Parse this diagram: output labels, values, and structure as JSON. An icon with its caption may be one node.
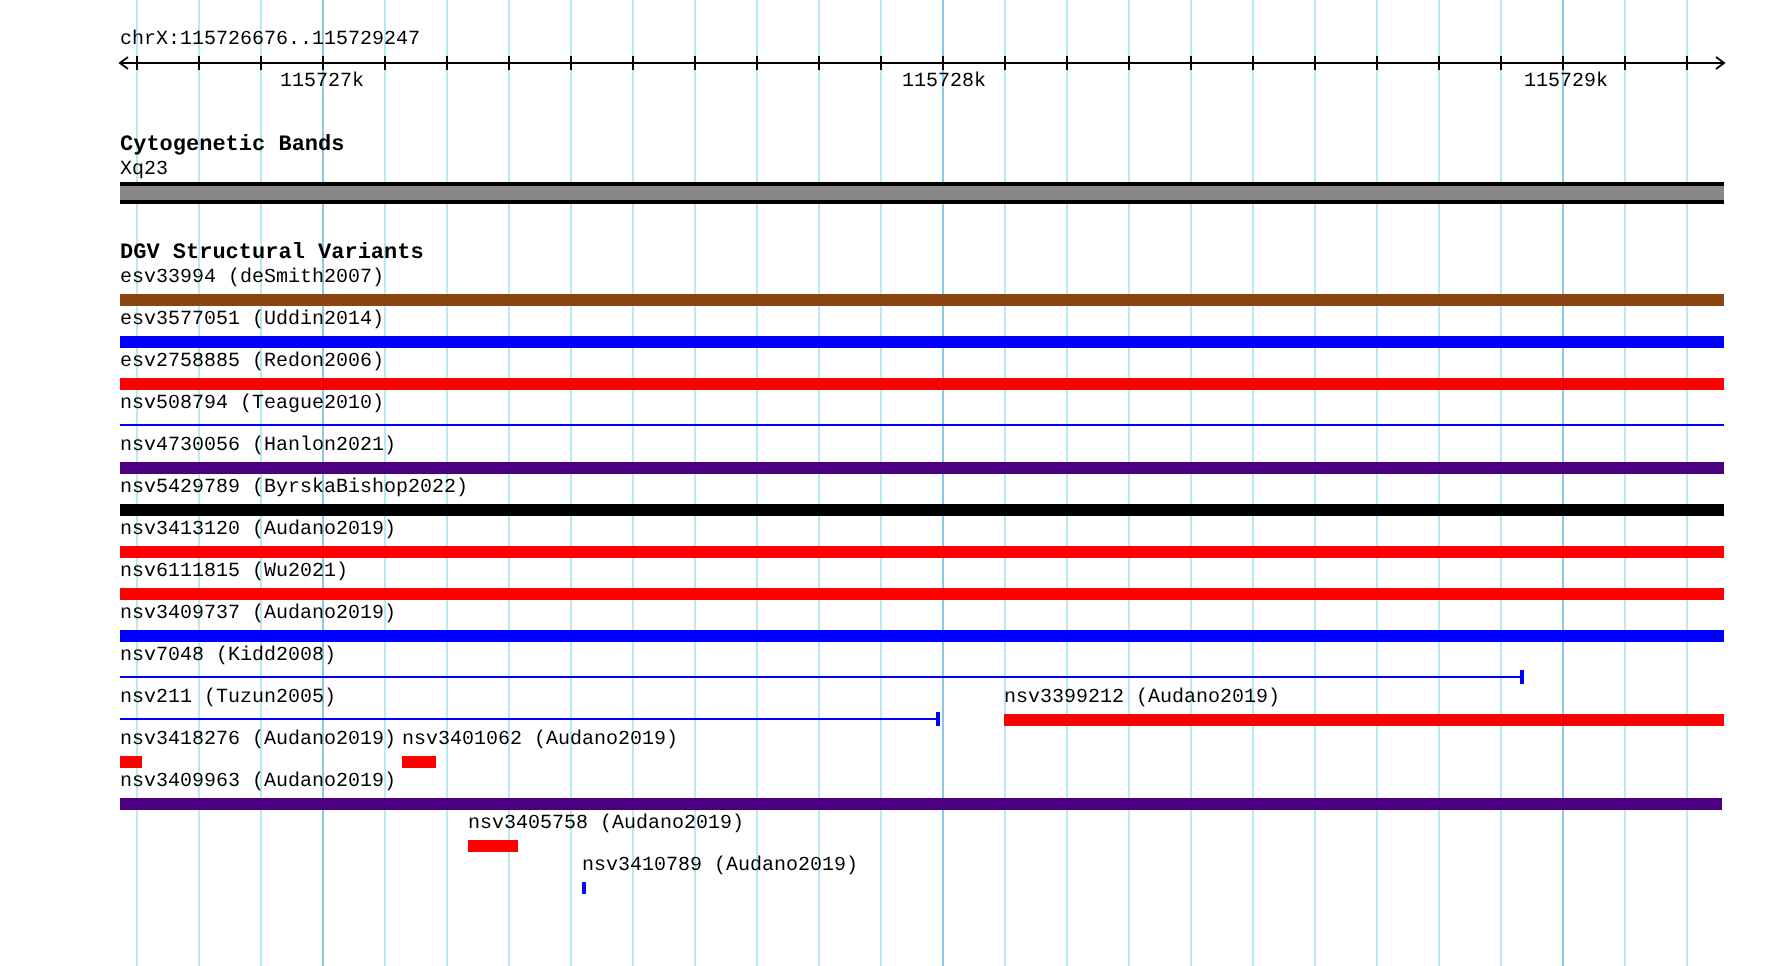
{
  "diagram": {
    "nodes": [
      {
        "text": [
          "Xq23"
        ]
      },
      {
        "text": [
          "esv33994 (deSmith2007)"
        ]
      },
      {
        "text": [
          "esv3577051 (Uddin2014)"
        ]
      },
      {
        "text": [
          "esv2758885 (Redon2006)"
        ]
      },
      {
        "text": [
          "nsv508794 (Teague2010)"
        ]
      },
      {
        "text": [
          "nsv4730056 (Hanlon2021)"
        ]
      },
      {
        "text": [
          "nsv5429789 (ByrskaBishop2022)"
        ]
      },
      {
        "text": [
          "nsv3413120 (Audano2019)"
        ]
      },
      {
        "text": [
          "nsv6111815 (Wu2021)"
        ]
      },
      {
        "text": [
          "nsv3409737 (Audano2019)"
        ]
      },
      {
        "text": [
          "nsv7048 (Kidd2008)"
        ]
      },
      {
        "text": [
          "nsv211 (Tuzun2005)"
        ]
      },
      {
        "text": [
          "nsv3399212 (Audano2019)"
        ]
      },
      {
        "text": [
          "nsv3418276 (Audano2019)"
        ]
      },
      {
        "text": [
          "nsv3401062 (Audano2019)"
        ]
      },
      {
        "text": [
          "nsv3409963 (Audano2019)"
        ]
      },
      {
        "text": [
          "nsv3405758 (Audano2019)"
        ]
      },
      {
        "text": [
          "nsv3410789 (Audano2019)"
        ]
      }
    ],
    "labels": [
      "chrX:115726676..115729247",
      "115727k",
      "115728k",
      "115729k",
      "Cytogenetic Bands",
      "DGV Structural Variants"
    ]
  }
}
